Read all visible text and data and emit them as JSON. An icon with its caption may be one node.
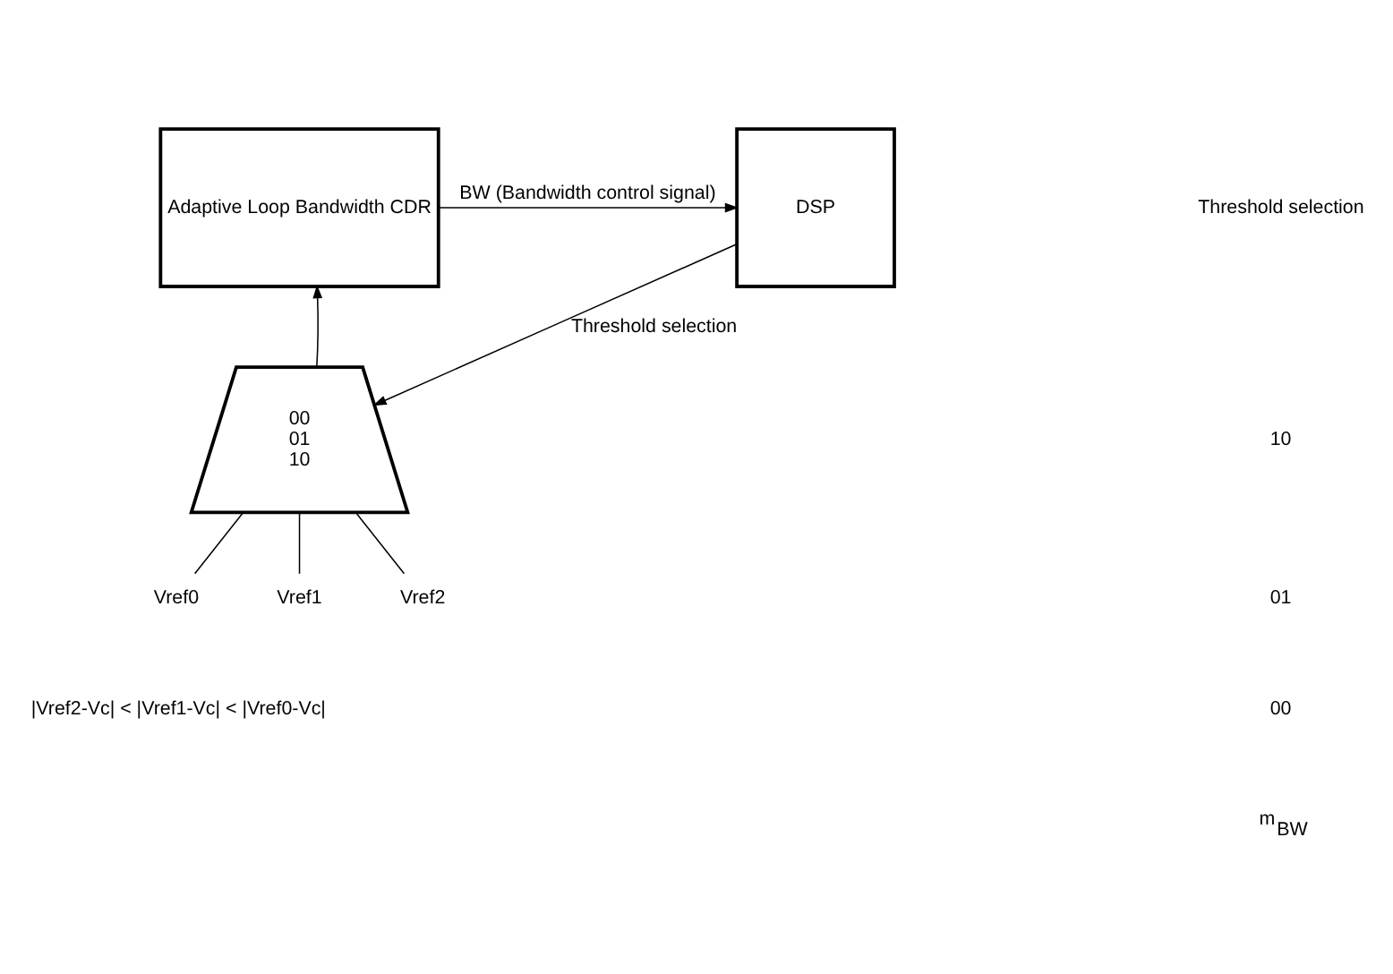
{
  "diagram": {
    "nodes": [
      {
        "text": [
          "Adaptive Loop Bandwidth CDR"
        ]
      },
      {
        "text": [
          "DSP"
        ]
      },
      {
        "text": [
          "00",
          "01",
          "10"
        ]
      },
      {
        "text": [
          "Vref0"
        ]
      },
      {
        "text": [
          "Vref1"
        ]
      },
      {
        "text": [
          "Vref2"
        ]
      }
    ],
    "edges": [
      {
        "from": 0,
        "to": 1,
        "arrow": "to",
        "label": "BW (Bandwidth control signal)"
      },
      {
        "from": 1,
        "to": 2,
        "arrow": "to",
        "label": "Threshold selection"
      },
      {
        "from": 2,
        "to": 0,
        "arrow": "to"
      },
      {
        "from": 2,
        "to": 3,
        "arrow": "none"
      },
      {
        "from": 2,
        "to": 4,
        "arrow": "none"
      },
      {
        "from": 2,
        "to": 5,
        "arrow": "none"
      }
    ],
    "labels": [
      "Threshold selection",
      "10",
      "01",
      "00",
      "m$_{BW}$",
      "|Vref2-Vc| < |Vref1-Vc| < |Vref0-Vc|"
    ]
  }
}
